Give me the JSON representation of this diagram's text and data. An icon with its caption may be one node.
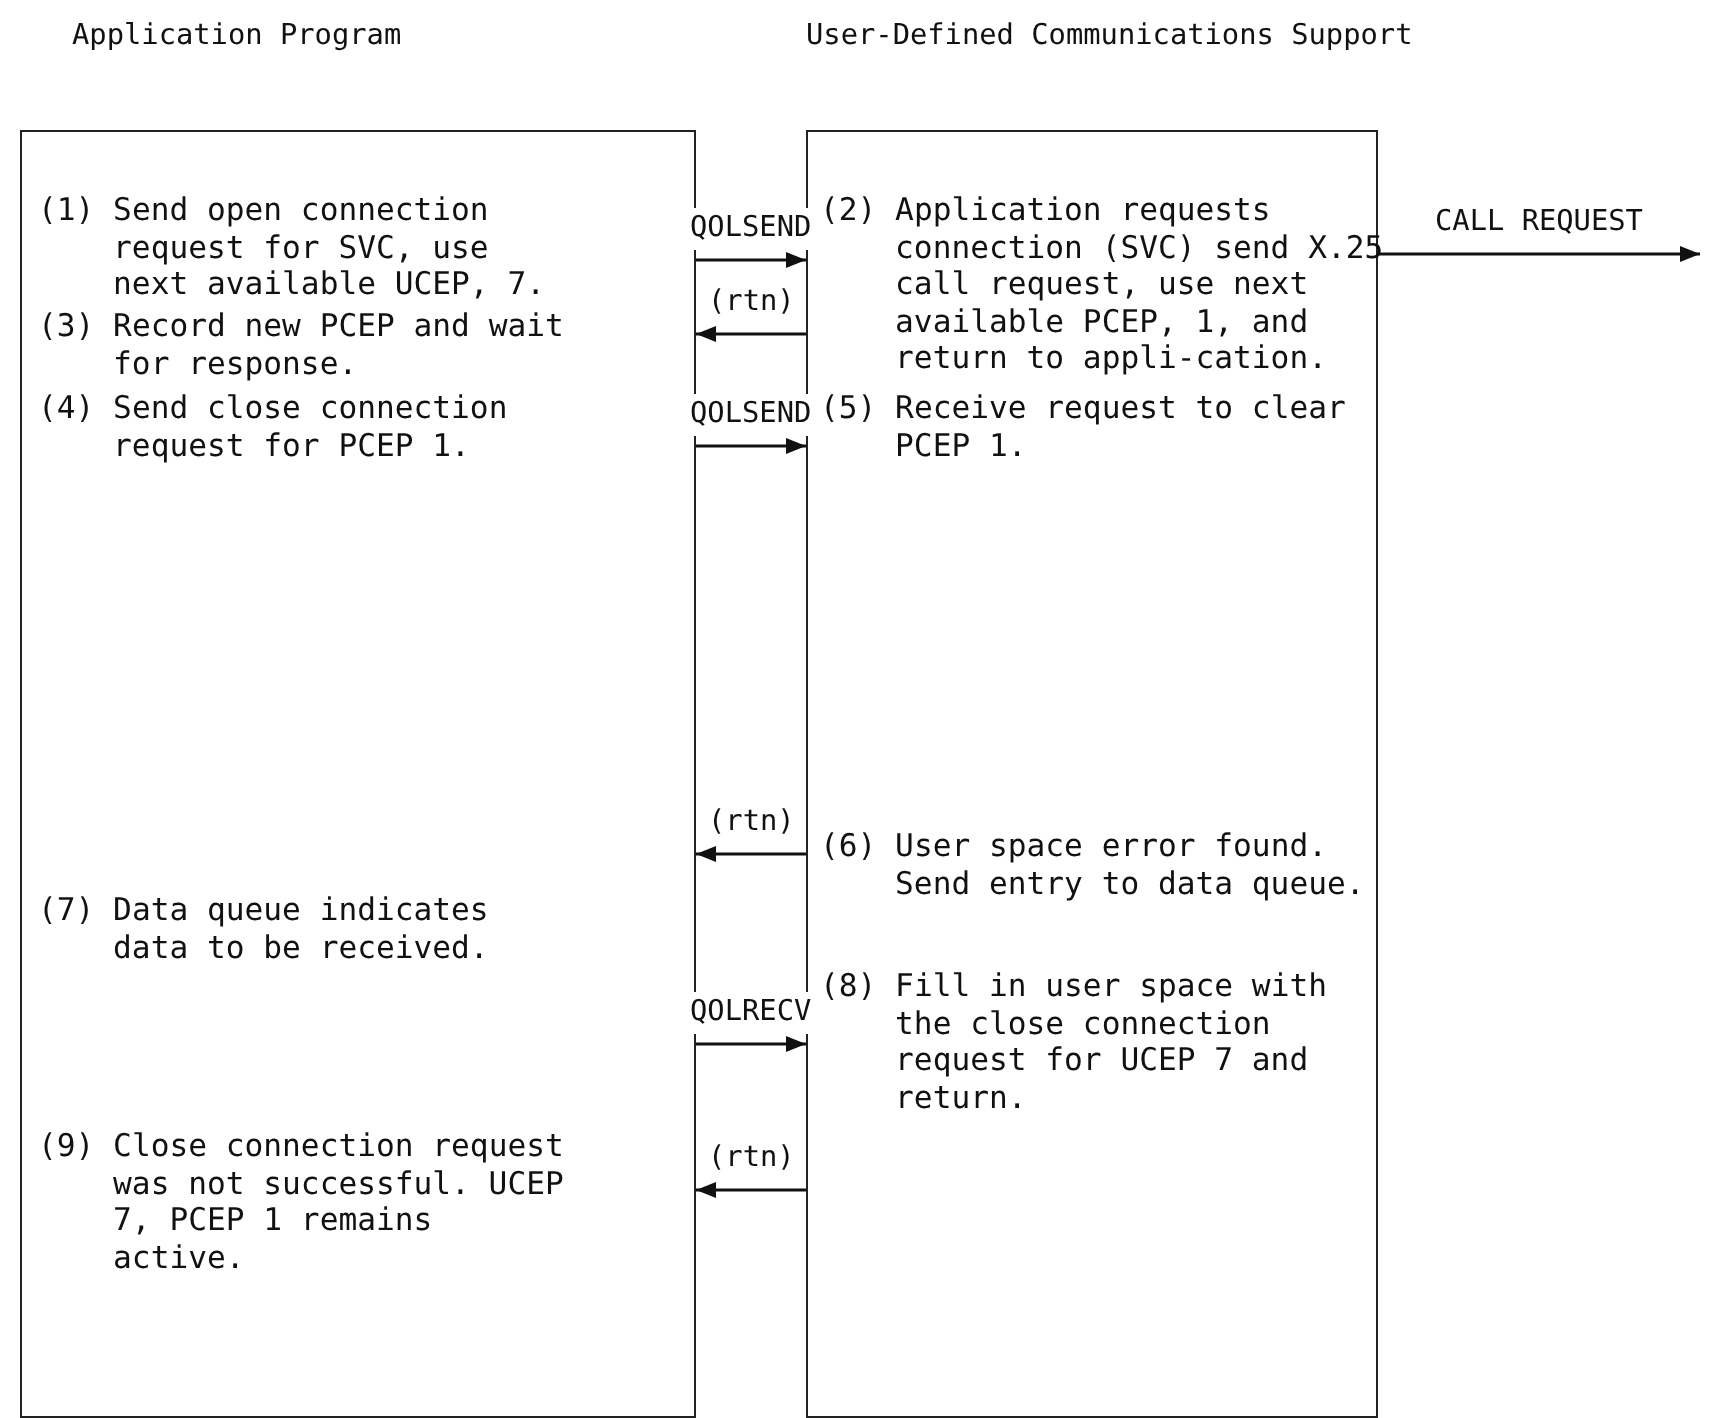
{
  "diagram": {
    "nodes": [
      {
        "text": [
          "Application Program",
          "(1) Send open connection request for SVC, use next available UCEP, 7.",
          "(3) Record new PCEP and wait for response.",
          "(4) Send close connection request for PCEP 1.",
          "(7) Data queue indicates data to be received.",
          "(9) Close connection request was not successful. UCEP 7, PCEP 1 remains active."
        ]
      },
      {
        "text": [
          "User-Defined Communications Support",
          "(2) Application requests connection (SVC) send X.25 call request, use next available PCEP, 1, and return to appli-cation.",
          "(5) Receive request to clear PCEP 1.",
          "(6) User space error found. Send entry to data queue.",
          "(8) Fill in user space with the close connection request for UCEP 7 and return."
        ]
      }
    ],
    "edges": [
      {
        "from": 0,
        "to": 1,
        "arrow": "to",
        "label": "QOLSEND"
      },
      {
        "from": 1,
        "to": 0,
        "arrow": "to",
        "label": "(rtn)"
      },
      {
        "from": 1,
        "to": null,
        "arrow": "to",
        "label": "CALL REQUEST"
      },
      {
        "from": 0,
        "to": 1,
        "arrow": "to",
        "label": "QOLSEND"
      },
      {
        "from": 1,
        "to": 0,
        "arrow": "to",
        "label": "(rtn)"
      },
      {
        "from": 0,
        "to": 1,
        "arrow": "to",
        "label": "QOLRECV"
      },
      {
        "from": 1,
        "to": 0,
        "arrow": "to",
        "label": "(rtn)"
      }
    ]
  }
}
